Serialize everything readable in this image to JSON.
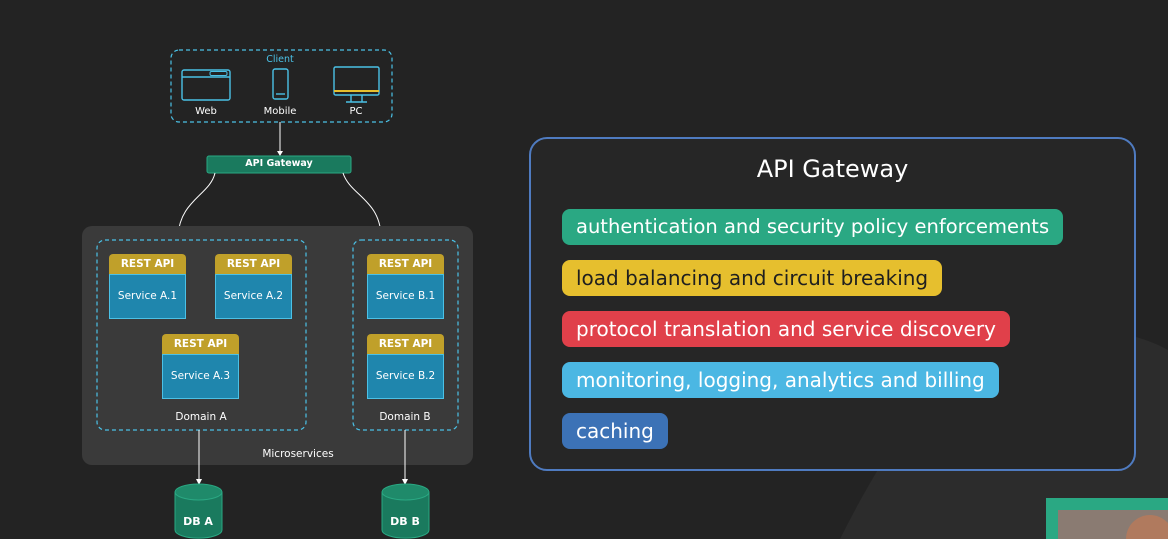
{
  "diagram": {
    "client": {
      "title": "Client",
      "items": [
        {
          "label": "Web",
          "icon": "browser-window-icon"
        },
        {
          "label": "Mobile",
          "icon": "mobile-phone-icon"
        },
        {
          "label": "PC",
          "icon": "desktop-monitor-icon"
        }
      ]
    },
    "gateway_label": "API Gateway",
    "microservices_label": "Microservices",
    "domains": [
      {
        "label": "Domain A",
        "services": [
          {
            "api": "REST API",
            "name": "Service A.1"
          },
          {
            "api": "REST API",
            "name": "Service A.2"
          },
          {
            "api": "REST API",
            "name": "Service A.3"
          }
        ]
      },
      {
        "label": "Domain B",
        "services": [
          {
            "api": "REST API",
            "name": "Service B.1"
          },
          {
            "api": "REST API",
            "name": "Service B.2"
          }
        ]
      }
    ],
    "databases": [
      {
        "label": "DB A"
      },
      {
        "label": "DB B"
      }
    ]
  },
  "panel": {
    "title": "API Gateway",
    "features": [
      {
        "text": "authentication and security policy enforcements",
        "color": "#2aa883"
      },
      {
        "text": "load balancing and circuit breaking",
        "color": "#e6bf2e"
      },
      {
        "text": "protocol translation and service discovery",
        "color": "#e0404a"
      },
      {
        "text": "monitoring, logging, analytics and billing",
        "color": "#4bb7e3"
      },
      {
        "text": "caching",
        "color": "#3c72b6"
      }
    ]
  },
  "colors": {
    "background": "#232323",
    "accent_cyan": "#4bc1e6",
    "gateway_green": "#1a7a5e",
    "rest_gold": "#c0a02a",
    "service_blue": "#1f86ad"
  }
}
